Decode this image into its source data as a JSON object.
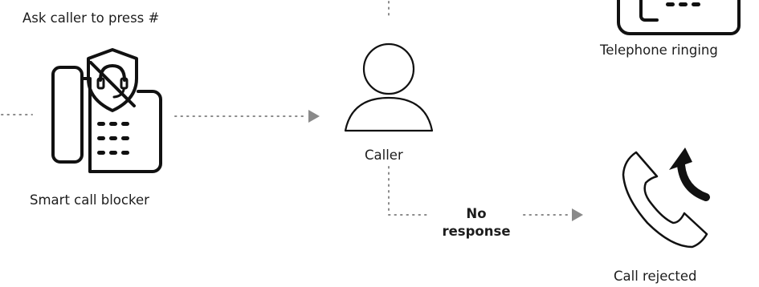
{
  "labels": {
    "ask_caller": "Ask caller to press #",
    "smart_call_blocker": "Smart call blocker",
    "caller": "Caller",
    "telephone_ringing": "Telephone ringing",
    "no_response_line1": "No",
    "no_response_line2": "response",
    "call_rejected": "Call rejected"
  },
  "icons": {
    "blocker": "smart-call-blocker-phone-icon",
    "shield": "blocked-headset-shield-icon",
    "caller": "person-icon",
    "ringing": "telephone-ringing-icon",
    "rejected": "call-rejected-handset-icon",
    "rejected_arrow": "curved-arrow-icon"
  },
  "colors": {
    "icon_stroke": "#111111",
    "connector": "#8a8a8a",
    "text": "#1d1d1d"
  }
}
